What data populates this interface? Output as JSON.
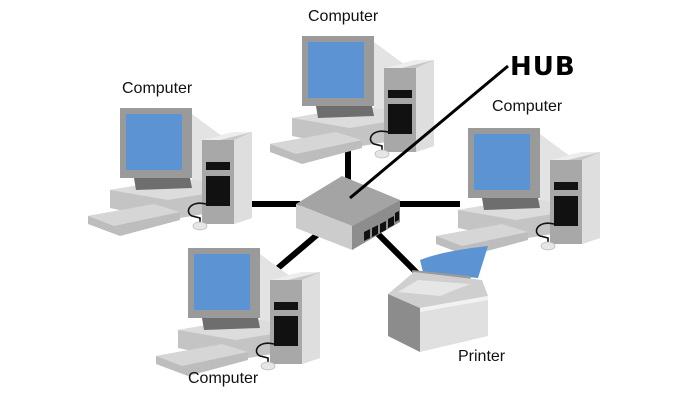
{
  "diagram": {
    "title": "Star network topology",
    "hub": {
      "label": "HUB",
      "icon": "network-hub-icon"
    },
    "nodes": [
      {
        "id": "computer-top",
        "label": "Computer",
        "icon": "desktop-computer-icon"
      },
      {
        "id": "computer-left",
        "label": "Computer",
        "icon": "desktop-computer-icon"
      },
      {
        "id": "computer-right",
        "label": "Computer",
        "icon": "desktop-computer-icon"
      },
      {
        "id": "computer-bottom",
        "label": "Computer",
        "icon": "desktop-computer-icon"
      },
      {
        "id": "printer",
        "label": "Printer",
        "icon": "printer-icon"
      }
    ],
    "edges": [
      {
        "from": "hub",
        "to": "computer-top"
      },
      {
        "from": "hub",
        "to": "computer-left"
      },
      {
        "from": "hub",
        "to": "computer-right"
      },
      {
        "from": "hub",
        "to": "computer-bottom"
      },
      {
        "from": "hub",
        "to": "printer"
      }
    ],
    "colors": {
      "screen": "#5b93d3",
      "device_light": "#d9d9d9",
      "device_mid": "#a6a6a6",
      "device_dark": "#7f7f7f",
      "cable": "#000000",
      "paper": "#5b93d3"
    }
  }
}
